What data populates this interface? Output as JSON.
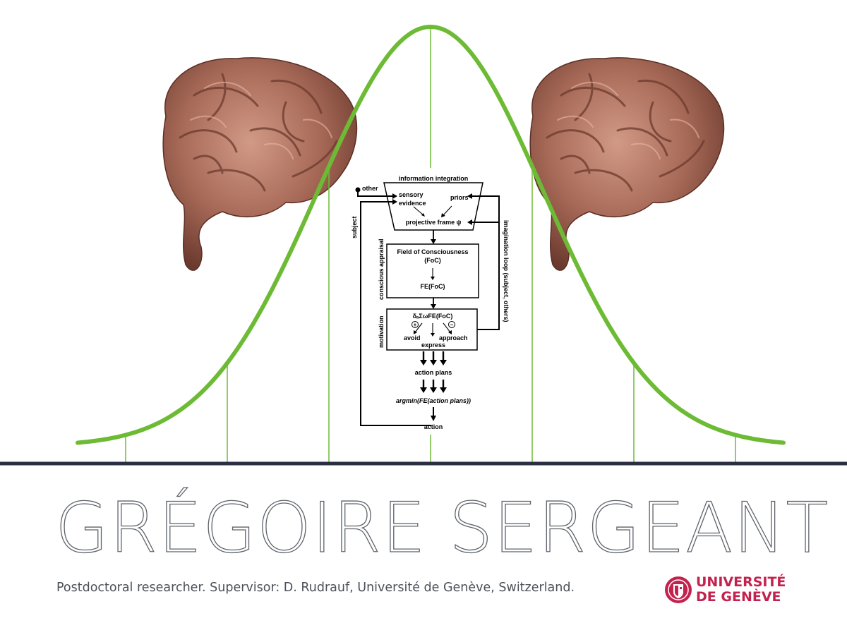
{
  "person": {
    "name": "GRÉGOIRE SERGEANT",
    "subtitle": "Postdoctoral researcher. Supervisor: D. Rudrauf, Université de Genève, Switzerland."
  },
  "logo": {
    "line1": "UNIVERSITÉ",
    "line2": "DE GENÈVE",
    "icon": "university-seal-icon",
    "color": "#c4224e"
  },
  "colors": {
    "curve": "#6dbb35",
    "baseline": "#2b2e45",
    "diagram_ink": "#000000"
  },
  "diagram": {
    "information_integration": "information integration",
    "other": "other",
    "sensory": "sensory",
    "evidence": "evidence",
    "priors": "priors",
    "projective_frame": "projective frame ψ",
    "subject": "subject",
    "imagination_loop": "imagination loop (subject, others)",
    "conscious_appraisal": "conscious appraisal",
    "foc_title": "Field of Consciousness",
    "foc_abbr": "(FoC)",
    "fe_foc": "FE(FoC)",
    "motivation": "motivation",
    "delta_expr": "δₐΣωFE(FoC)",
    "plus": "+",
    "minus": "−",
    "avoid": "avoid",
    "approach": "approach",
    "express": "express",
    "action_plans": "action plans",
    "argmin": "argmin(FE(action plans))",
    "action": "action"
  }
}
